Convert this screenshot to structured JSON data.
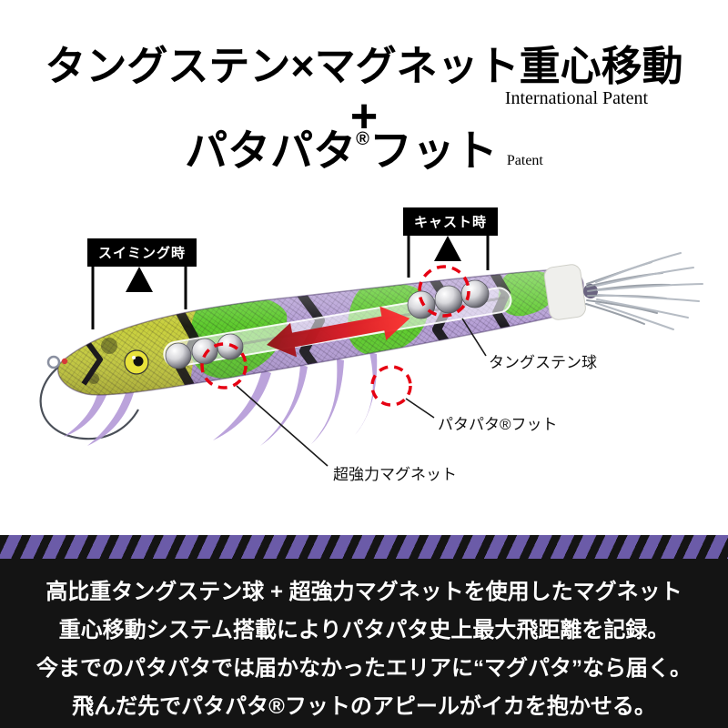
{
  "header": {
    "title1": "タングステン×マグネット重心移動",
    "international_patent": "International Patent",
    "plus": "+",
    "title2_main": "パタパタ",
    "title2_reg": "®",
    "title2_tail": "フット",
    "patent": "Patent"
  },
  "diagram": {
    "swimming_label": "スイミング時",
    "cast_label": "キャスト時",
    "tungsten_label": "タングステン球",
    "foot_label": "パタパタ®フット",
    "magnet_label": "超強力マグネット"
  },
  "footer": {
    "line1": "高比重タングステン球 + 超強力マグネットを使用したマグネット",
    "line2": "重心移動システム搭載によりパタパタ史上最大飛距離を記録。",
    "line3": "今までのパタパタでは届かなかったエリアに“マグパタ”なら届く。",
    "line4": "飛んだ先でパタパタ®フットのアピールがイカを抱かせる。"
  },
  "colors": {
    "accent_red": "#e60012",
    "stripe_purple": "#6b5ba8",
    "footer_bg": "#141414",
    "body_purple": "#b6a0d6",
    "body_green": "#5ecb2d",
    "head_yellow_green": "#c8cf3c"
  }
}
